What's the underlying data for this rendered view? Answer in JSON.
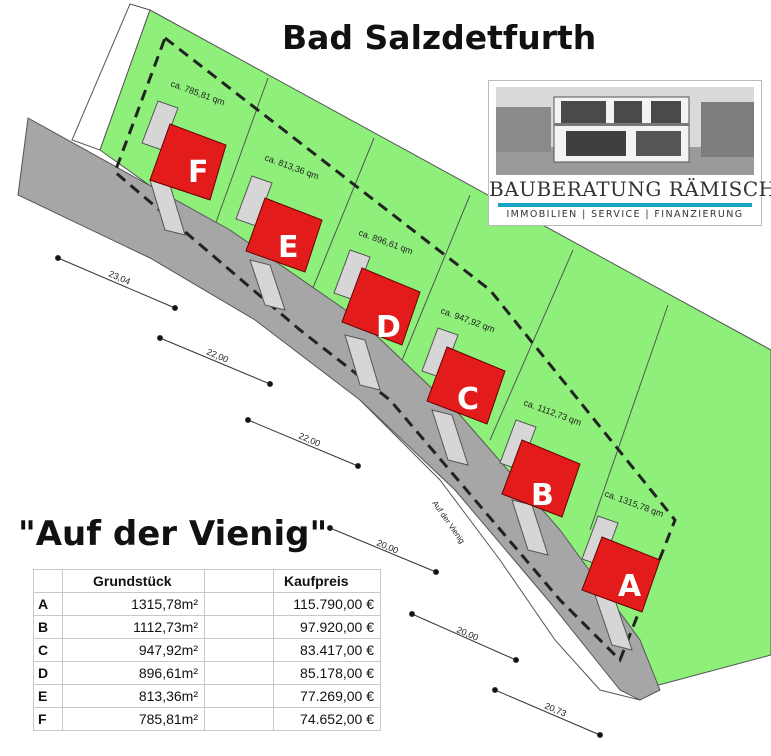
{
  "title": "Bad Salzdetfurth",
  "project_name": "\"Auf der Vienig\"",
  "street_name": "Auf der Vienig",
  "logo": {
    "brand": "BAUBERATUNG RÄMISCH",
    "tagline": "IMMOBILIEN | SERVICE | FINANZIERUNG"
  },
  "colors": {
    "plot_green": "#8ef07a",
    "house_red": "#e31b1b",
    "road_grey": "#a6a6a6",
    "logo_accent": "#17a4c8"
  },
  "lots": [
    {
      "letter": "A",
      "area_label": "ca. 1315,78 qm"
    },
    {
      "letter": "B",
      "area_label": "ca. 1112,73 qm"
    },
    {
      "letter": "C",
      "area_label": "ca. 947,92 qm"
    },
    {
      "letter": "D",
      "area_label": "ca. 896,61 qm"
    },
    {
      "letter": "E",
      "area_label": "ca. 813,36 qm"
    },
    {
      "letter": "F",
      "area_label": "ca. 785,81 qm"
    }
  ],
  "dimensions": [
    "23,04",
    "22,00",
    "22,00",
    "20,00",
    "20,00",
    "20,73"
  ],
  "table": {
    "headers": {
      "area": "Grundstück",
      "price": "Kaufpreis"
    },
    "rows": [
      {
        "lot": "A",
        "area": "1315,78m²",
        "price": "115.790,00 €"
      },
      {
        "lot": "B",
        "area": "1112,73m²",
        "price": "97.920,00 €"
      },
      {
        "lot": "C",
        "area": "947,92m²",
        "price": "83.417,00 €"
      },
      {
        "lot": "D",
        "area": "896,61m²",
        "price": "85.178,00 €"
      },
      {
        "lot": "E",
        "area": "813,36m²",
        "price": "77.269,00 €"
      },
      {
        "lot": "F",
        "area": "785,81m²",
        "price": "74.652,00 €"
      }
    ]
  }
}
